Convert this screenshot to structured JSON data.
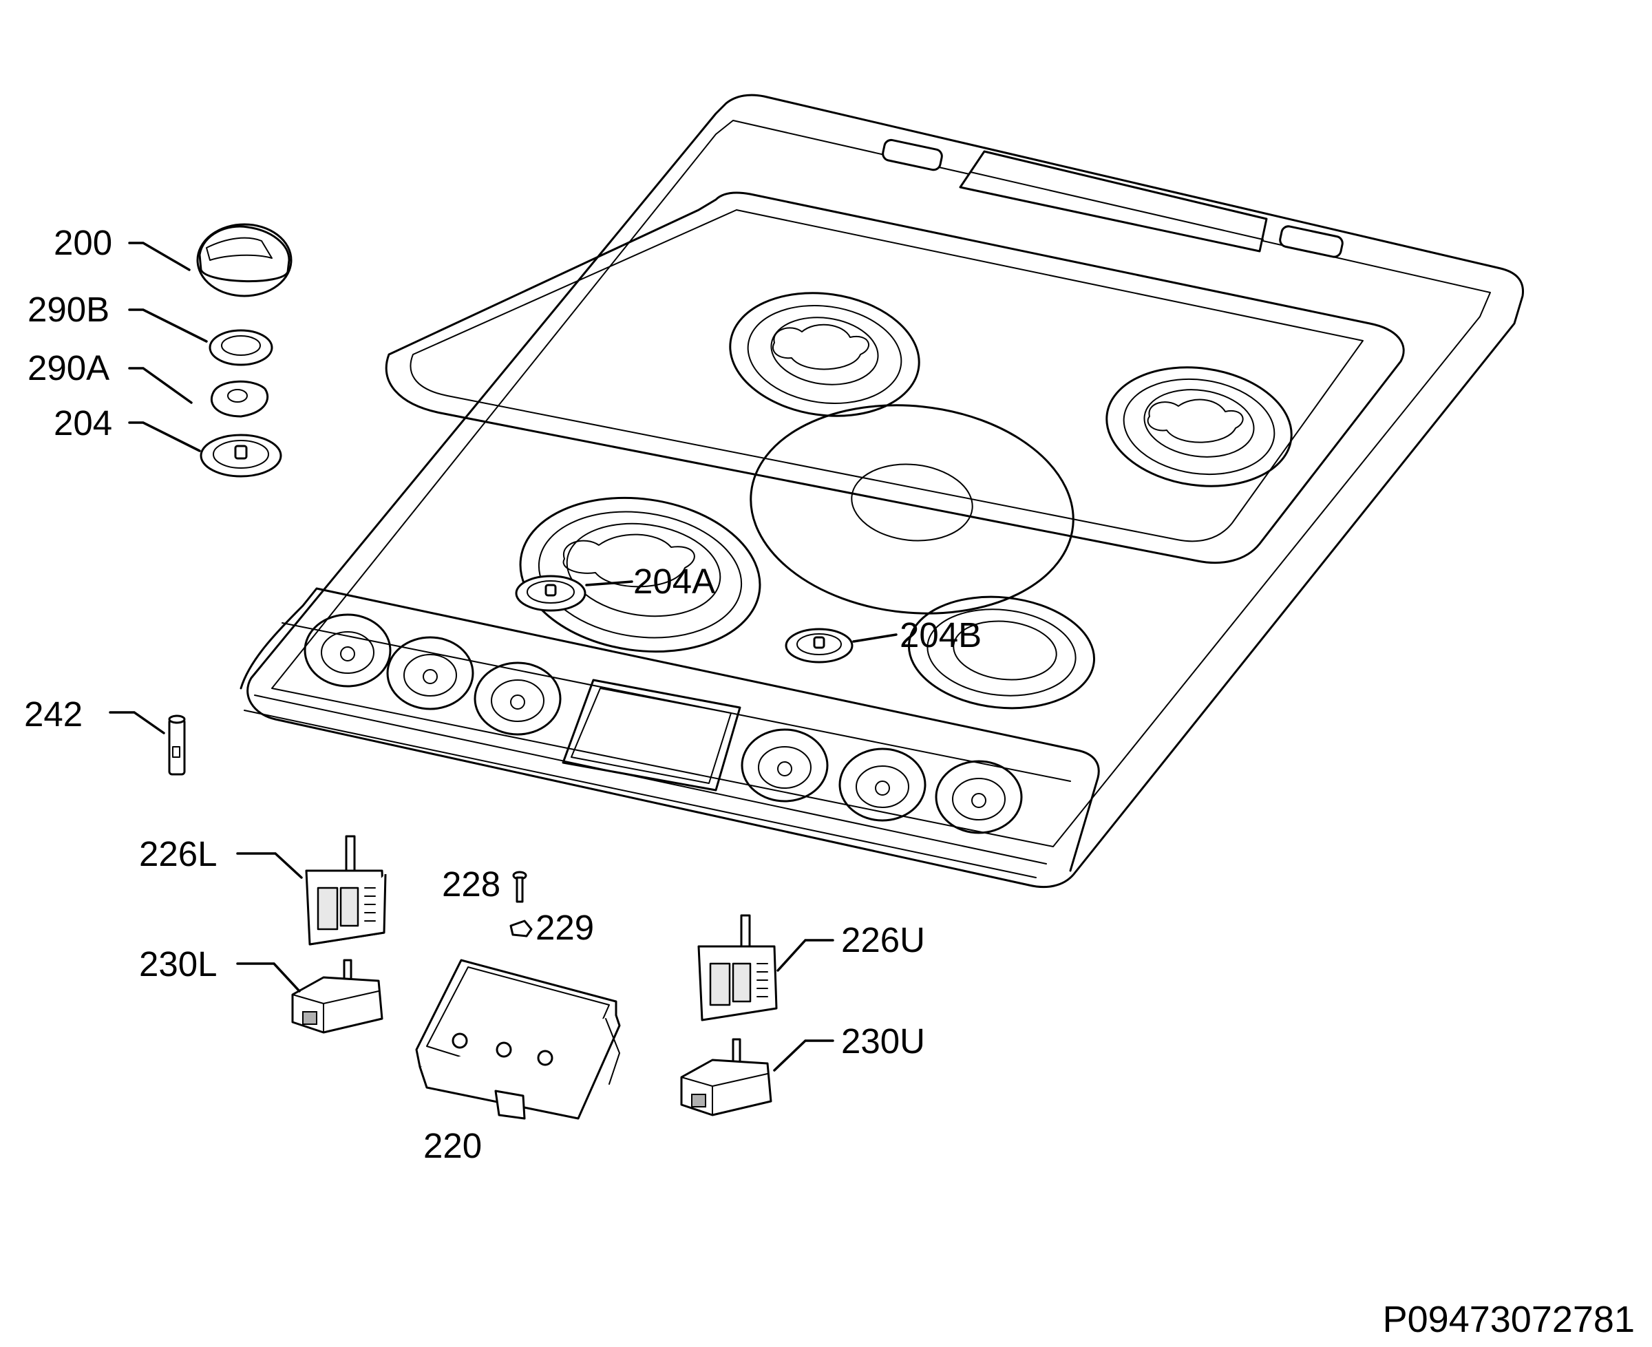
{
  "parts": [
    {
      "id": "p200",
      "label": "200"
    },
    {
      "id": "p290b",
      "label": "290B"
    },
    {
      "id": "p290a",
      "label": "290A"
    },
    {
      "id": "p204",
      "label": "204"
    },
    {
      "id": "p204a",
      "label": "204A"
    },
    {
      "id": "p204b",
      "label": "204B"
    },
    {
      "id": "p242",
      "label": "242"
    },
    {
      "id": "p226l",
      "label": "226L"
    },
    {
      "id": "p228",
      "label": "228"
    },
    {
      "id": "p229",
      "label": "229"
    },
    {
      "id": "p226u",
      "label": "226U"
    },
    {
      "id": "p230l",
      "label": "230L"
    },
    {
      "id": "p230u",
      "label": "230U"
    },
    {
      "id": "p220",
      "label": "220"
    }
  ],
  "doc_id": "P09473072781"
}
